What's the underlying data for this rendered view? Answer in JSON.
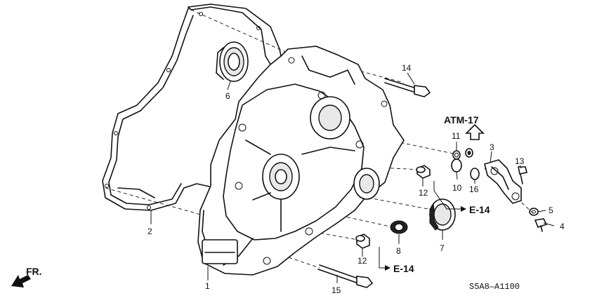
{
  "callouts": {
    "p1": "1",
    "p2": "2",
    "p3": "3",
    "p4": "4",
    "p5": "5",
    "p6": "6",
    "p7": "7",
    "p8": "8",
    "p10": "10",
    "p11": "11",
    "p12a": "12",
    "p12b": "12",
    "p13": "13",
    "p14": "14",
    "p15": "15",
    "p16": "16"
  },
  "references": {
    "atm": "ATM-17",
    "e14_upper": "E-14",
    "e14_lower": "E-14"
  },
  "direction_label": "FR.",
  "diagram_code": "S5A8—A1100"
}
